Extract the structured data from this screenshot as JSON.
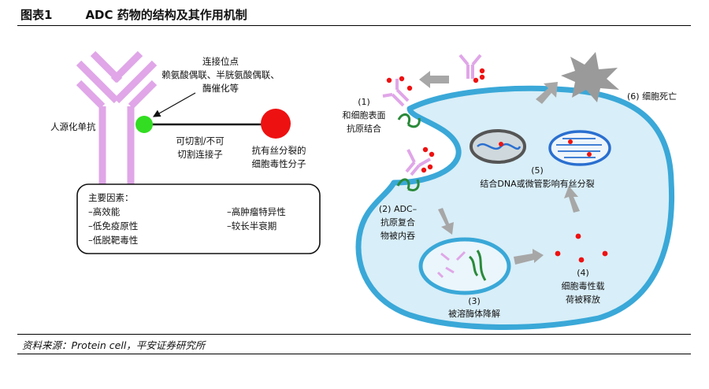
{
  "figure": {
    "number": "图表1",
    "title": "ADC 药物的结构及其作用机制",
    "source": "资料来源：Protein cell，平安证券研究所"
  },
  "structure": {
    "linker_site_title": "连接位点",
    "linker_site_line1": "赖氨酸偶联、半胱氨酸偶联、",
    "linker_site_line2": "酶催化等",
    "antibody_label": "人源化单抗",
    "linker_line1": "可切割/不可",
    "linker_line2": "切割连接子",
    "payload_line1": "抗有丝分裂的",
    "payload_line2": "细胞毒性分子"
  },
  "factors": {
    "header": "主要因素：",
    "items_left": [
      "–高效能",
      "–低免疫原性",
      "–低脱靶毒性"
    ],
    "items_right": [
      "–高肿瘤特异性",
      "–较长半衰期"
    ]
  },
  "mechanism": {
    "step1_num": "(1)",
    "step1_line1": "和细胞表面",
    "step1_line2": "抗原结合",
    "step2_line1": "(2) ADC–",
    "step2_line2": "抗原复合",
    "step2_line3": "物被内吞",
    "step3_num": "(3)",
    "step3_text": "被溶酶体降解",
    "step4_num": "(4)",
    "step4_line1": "细胞毒性载",
    "step4_line2": "荷被释放",
    "step5_num": "(5)",
    "step5_text": "结合DNA或微管影响有丝分裂",
    "step6_text": "(6) 细胞死亡"
  },
  "colors": {
    "antibody": "#e0a6e8",
    "conjugation_site": "#33dd22",
    "payload": "#ee1111",
    "cell_fill": "#d8eef8",
    "cell_border": "#3aa8d8",
    "arrow": "#a7a7a7",
    "receptor": "#2a8a3a",
    "dead_cell": "#9a9a9a"
  }
}
